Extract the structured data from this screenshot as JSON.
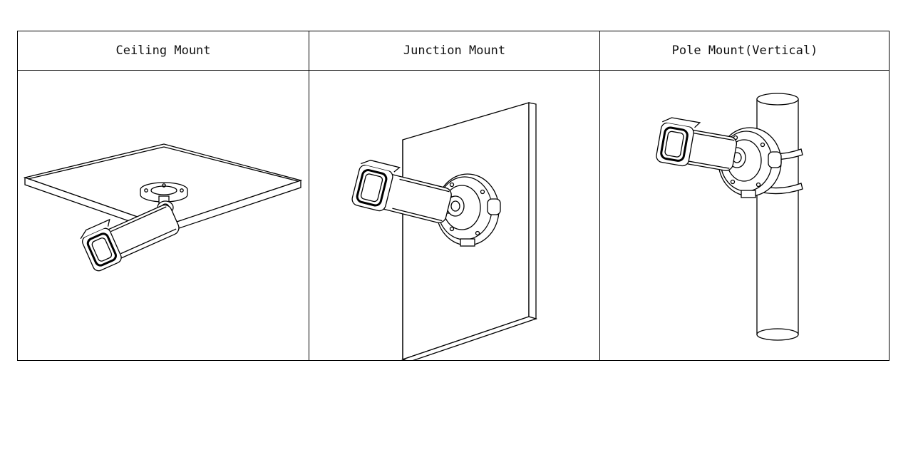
{
  "columns": [
    {
      "label": "Ceiling Mount"
    },
    {
      "label": "Junction Mount"
    },
    {
      "label": "Pole Mount(Vertical)"
    }
  ]
}
